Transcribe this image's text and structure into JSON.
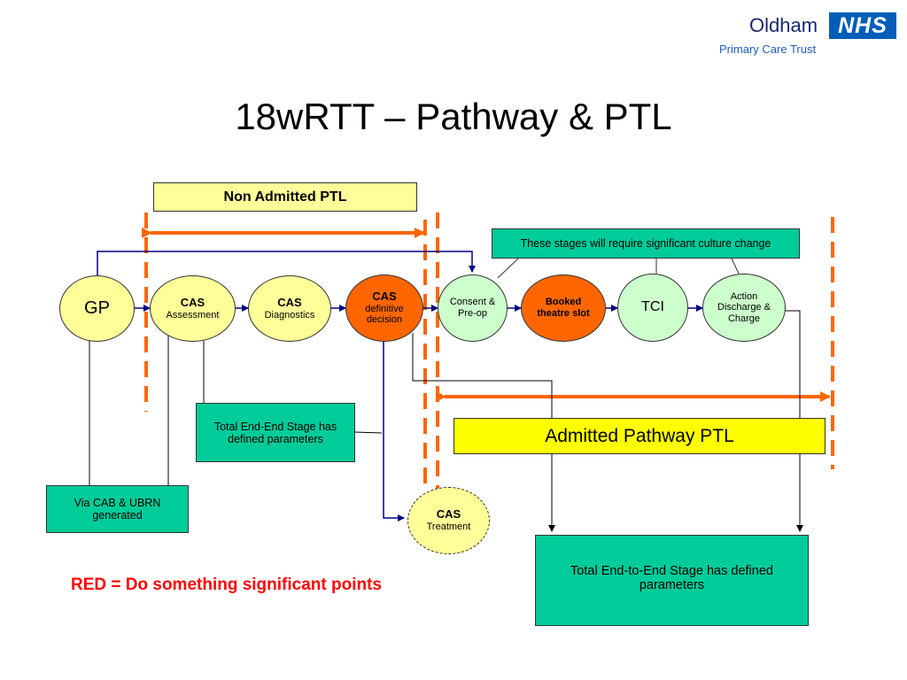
{
  "header": {
    "org_name": "Oldham",
    "org_subtitle": "Primary Care Trust",
    "nhs_logo": "NHS"
  },
  "title": "18wRTT – Pathway & PTL",
  "labels": {
    "non_admitted_ptl": "Non Admitted PTL",
    "admitted_pathway_ptl": "Admitted Pathway PTL",
    "culture_change": "These stages will require significant culture change",
    "stage_params_1": "Total End-End Stage has defined parameters",
    "via_cab": "Via CAB & UBRN generated",
    "stage_params_2": "Total End-to-End Stage has defined parameters",
    "red_note": "RED = Do something significant points"
  },
  "nodes": {
    "gp": {
      "title": "GP",
      "sub": ""
    },
    "cas_assessment": {
      "title": "CAS",
      "sub": "Assessment"
    },
    "cas_diagnostics": {
      "title": "CAS",
      "sub": "Diagnostics"
    },
    "cas_decision": {
      "title": "CAS",
      "sub": "definitive decision"
    },
    "consent": {
      "title": "",
      "sub": "Consent & Pre-op"
    },
    "booked": {
      "title": "Booked theatre slot",
      "sub": ""
    },
    "tci": {
      "title": "TCI",
      "sub": ""
    },
    "action": {
      "title": "",
      "sub": "Action Discharge & Charge"
    },
    "cas_treatment": {
      "title": "CAS",
      "sub": "Treatment"
    }
  },
  "colors": {
    "orange_marker": "#ff6600",
    "flow_arrow": "#000080",
    "green_box": "#00cc99",
    "yellow_box": "#ffff99",
    "red_text": "#ff0000"
  }
}
